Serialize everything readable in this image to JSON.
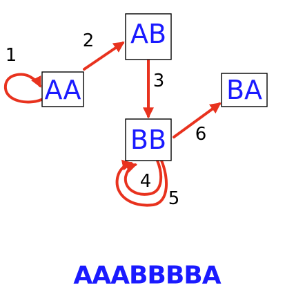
{
  "colors": {
    "node_text": "#1a1aff",
    "edge": "#e8321e",
    "box_border": "#000000"
  },
  "nodes": {
    "aa": "AA",
    "ab": "AB",
    "bb": "BB",
    "ba": "BA"
  },
  "edges": {
    "e1": "1",
    "e2": "2",
    "e3": "3",
    "e4": "4",
    "e5": "5",
    "e6": "6"
  },
  "sequence": "AAABBBBA"
}
